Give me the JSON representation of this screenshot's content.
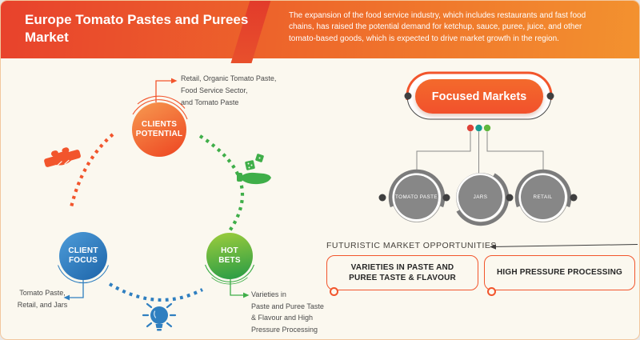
{
  "header": {
    "title": "Europe Tomato Pastes and Purees Market",
    "description": "The expansion of the food service industry, which includes restaurants and fast food chains, has raised the potential demand for ketchup, sauce, puree, juice, and other tomato-based goods, which is expected to drive market growth in the region."
  },
  "cycle": {
    "clients_potential": {
      "label": "CLIENTS\nPOTENTIAL",
      "note": "Retail, Organic Tomato Paste,\nFood Service Sector,\nand Tomato Paste",
      "color": "#F15A29"
    },
    "client_focus": {
      "label": "CLIENT\nFOCUS",
      "note": "Tomato Paste,\nRetail, and Jars",
      "color": "#2F7FC0"
    },
    "hot_bets": {
      "label": "HOT\nBETS",
      "note": "Varieties in\nPaste and Puree Taste\n& Flavour and High\nPressure Processing",
      "color": "#3FAE49"
    },
    "icon_names": [
      "handshake-icon",
      "dice-hand-icon",
      "light-bulb-icon"
    ]
  },
  "focused_markets": {
    "title": "Focused Markets",
    "markets": [
      "TOMATO PASTE",
      "JARS",
      "RETAIL"
    ],
    "dot_colors": [
      "#DE4238",
      "#169B91",
      "#5FB83E"
    ],
    "pill_color": "#F2552C",
    "circle_color": "#878787"
  },
  "opportunities": {
    "heading": "FUTURISTIC MARKET OPPORTUNITIES",
    "items": [
      "VARIETIES IN PASTE AND\nPUREE TASTE & FLAVOUR",
      "HIGH PRESSURE PROCESSING"
    ]
  },
  "theme": {
    "header_gradient_left": "#E8422C",
    "header_gradient_right": "#F3922F",
    "background": "#FBF8EF",
    "accent_orange": "#F2552C",
    "accent_blue": "#2F7FC0",
    "accent_green": "#3FAE49",
    "text_dark": "#4A4A4A"
  }
}
